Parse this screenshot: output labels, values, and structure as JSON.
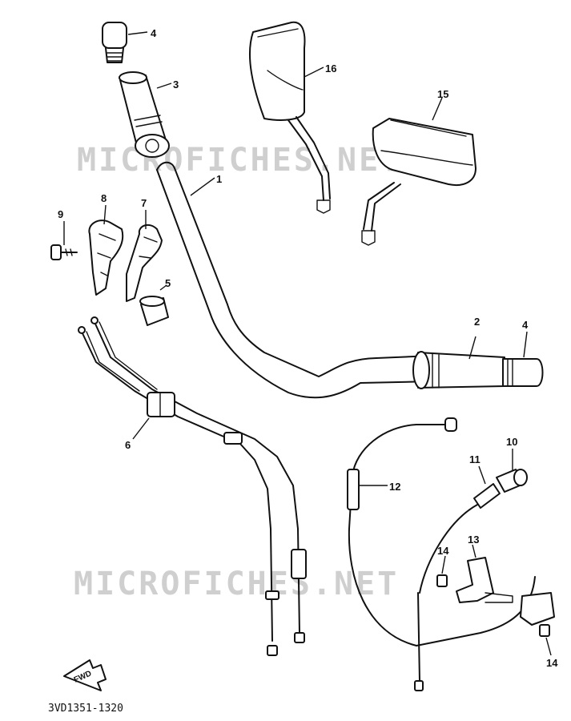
{
  "watermark": {
    "text": "MICROFICHES.NET"
  },
  "callouts": {
    "p1": "1",
    "p2": "2",
    "p3": "3",
    "p4a": "4",
    "p4b": "4",
    "p5": "5",
    "p6": "6",
    "p7": "7",
    "p8": "8",
    "p9": "9",
    "p10": "10",
    "p11": "11",
    "p12": "12",
    "p13": "13",
    "p14a": "14",
    "p14b": "14",
    "p15": "15",
    "p16": "16"
  },
  "direction": {
    "label": "FWD"
  },
  "diagram_code": "3VD1351-1320"
}
